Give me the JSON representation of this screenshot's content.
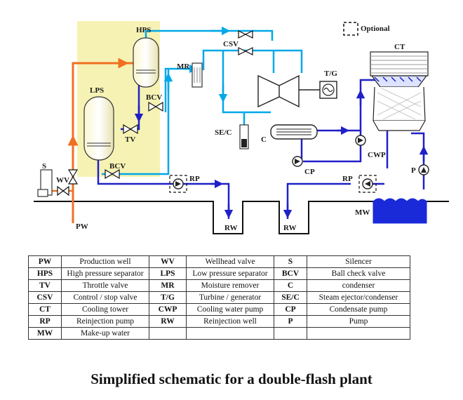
{
  "labels": {
    "hps": "HPS",
    "lps": "LPS",
    "bcv_top": "BCV",
    "bcv_bottom": "BCV",
    "tv": "TV",
    "mr": "MR",
    "csv": "CSV",
    "tg": "T/G",
    "sec": "SE/C",
    "c": "C",
    "cp": "CP",
    "cwp": "CWP",
    "rp_left": "RP",
    "rp_right": "RP",
    "p": "P",
    "ct": "CT",
    "s": "S",
    "wv": "WV",
    "pw": "PW",
    "rw_left": "RW",
    "rw_right": "RW",
    "mw": "MW",
    "optional": "Optional"
  },
  "legend": [
    [
      {
        "abbr": "PW",
        "def": "Production well"
      },
      {
        "abbr": "WV",
        "def": "Wellhead valve"
      },
      {
        "abbr": "S",
        "def": "Silencer"
      }
    ],
    [
      {
        "abbr": "HPS",
        "def": "High pressure separator"
      },
      {
        "abbr": "LPS",
        "def": "Low pressure separator"
      },
      {
        "abbr": "BCV",
        "def": "Ball check valve"
      }
    ],
    [
      {
        "abbr": "TV",
        "def": "Throttle valve"
      },
      {
        "abbr": "MR",
        "def": "Moisture remover"
      },
      {
        "abbr": "C",
        "def": "condenser"
      }
    ],
    [
      {
        "abbr": "CSV",
        "def": "Control / stop valve"
      },
      {
        "abbr": "T/G",
        "def": "Turbine / generator"
      },
      {
        "abbr": "SE/C",
        "def": "Steam ejector/condenser"
      }
    ],
    [
      {
        "abbr": "CT",
        "def": "Cooling tower"
      },
      {
        "abbr": "CWP",
        "def": "Cooling water pump"
      },
      {
        "abbr": "CP",
        "def": "Condensate pump"
      }
    ],
    [
      {
        "abbr": "RP",
        "def": "Reinjection pump"
      },
      {
        "abbr": "RW",
        "def": "Reinjection well"
      },
      {
        "abbr": "P",
        "def": "Pump"
      }
    ],
    [
      {
        "abbr": "MW",
        "def": "Make-up water"
      },
      {
        "abbr": "",
        "def": ""
      },
      {
        "abbr": "",
        "def": ""
      }
    ]
  ],
  "caption": "Simplified schematic for a double-flash plant",
  "colors": {
    "steam": "#00a8e8",
    "brine": "#2020c8",
    "production": "#f07020",
    "highlight": "#f6f2b4",
    "water": "#1a2ad8"
  }
}
